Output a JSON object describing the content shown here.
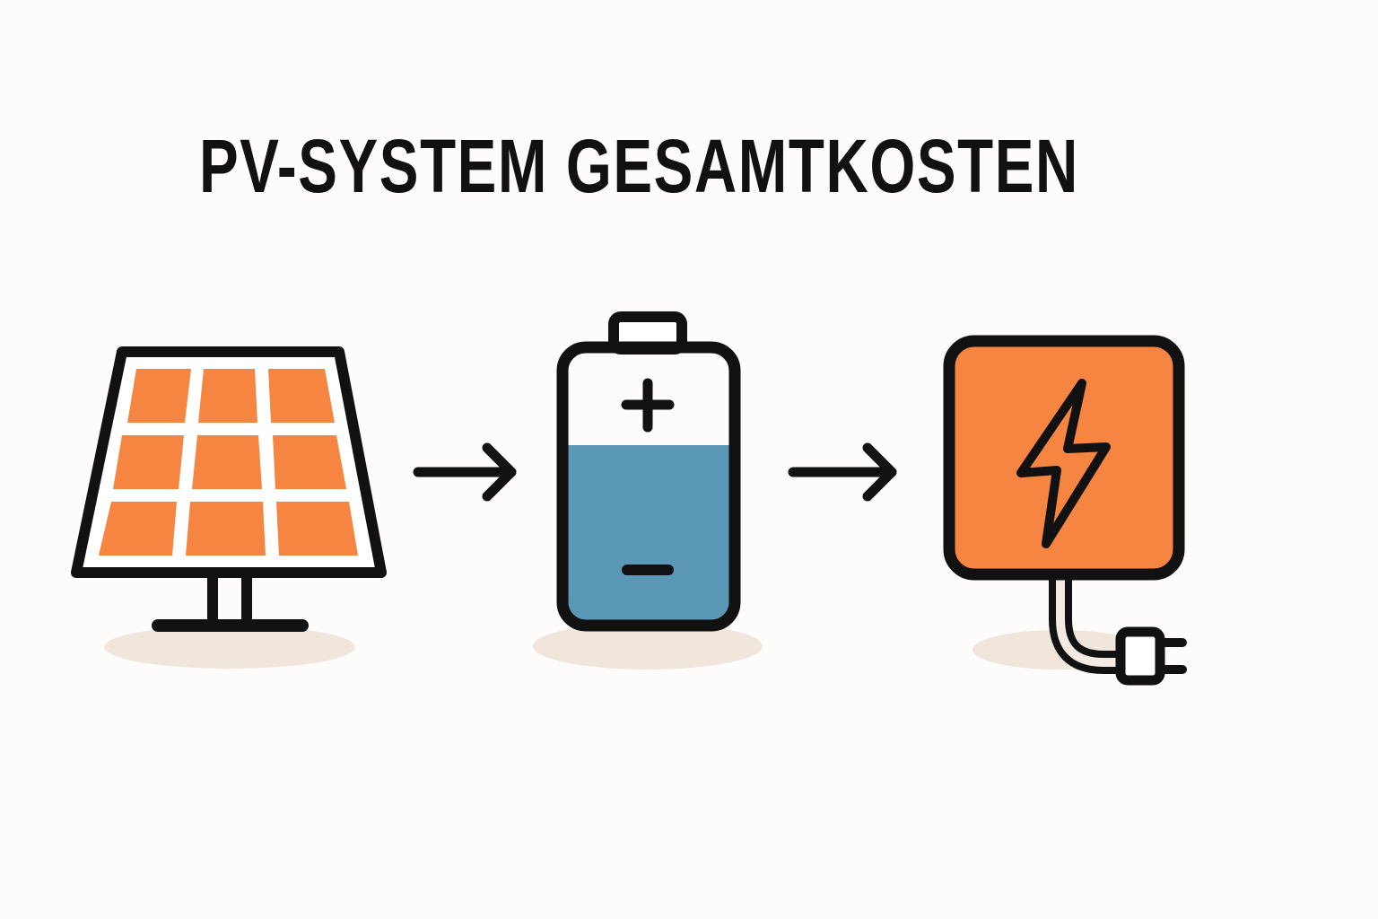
{
  "title": "PV-SYSTEM GESAMTKOSTEN",
  "colors": {
    "background": "#fdfcfa",
    "stroke": "#111111",
    "solar_cell": "#f58540",
    "battery_fill": "#5a98b5",
    "inverter_fill": "#f58540",
    "shadow": "#f1e6dc"
  },
  "diagram": {
    "nodes": [
      {
        "id": "solar-panel",
        "icon": "solar-panel-icon",
        "grid": "3x3"
      },
      {
        "id": "battery",
        "icon": "battery-icon",
        "charge_level": "partial",
        "terminals": [
          "+",
          "-"
        ]
      },
      {
        "id": "inverter",
        "icon": "power-outlet-icon",
        "symbol": "lightning-bolt",
        "has_plug": true
      }
    ],
    "edges": [
      {
        "from": "solar-panel",
        "to": "battery",
        "icon": "arrow-right-icon"
      },
      {
        "from": "battery",
        "to": "inverter",
        "icon": "arrow-right-icon"
      }
    ]
  }
}
